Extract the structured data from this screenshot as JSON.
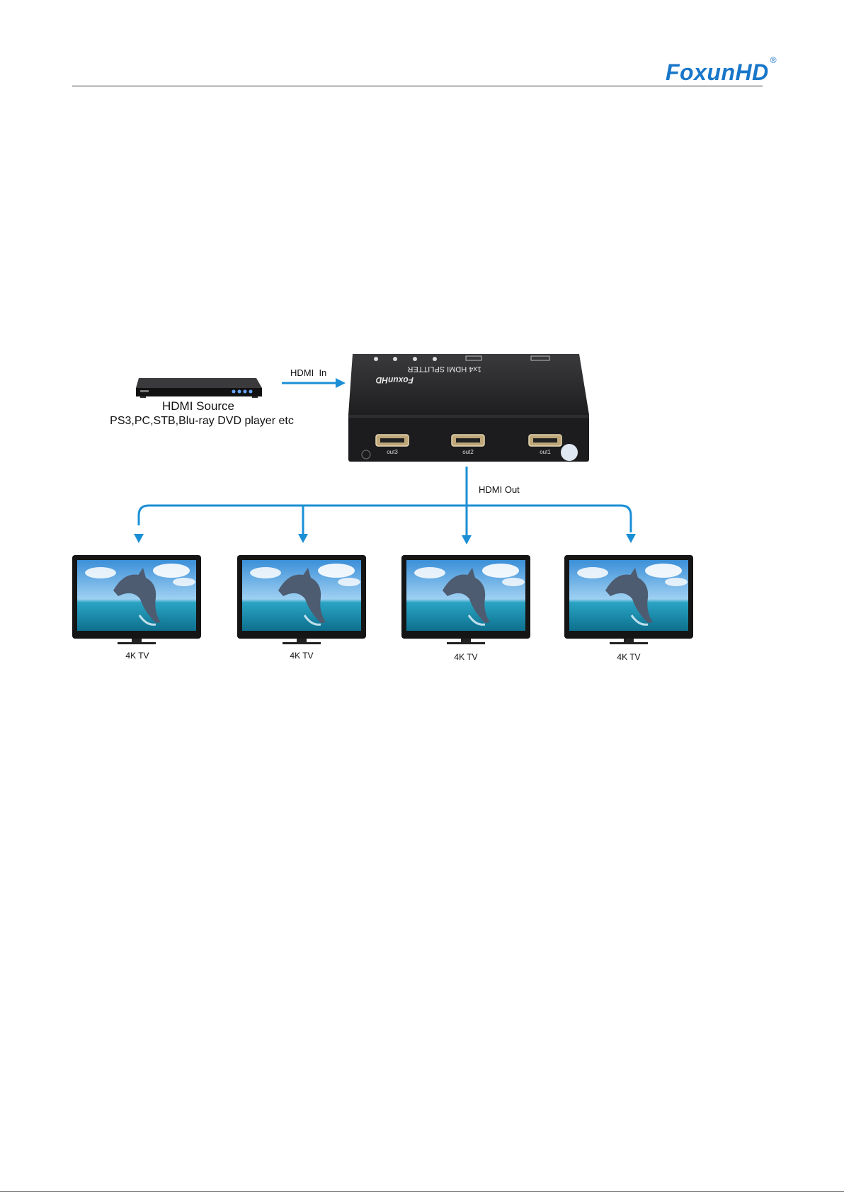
{
  "header": {
    "brand_name": "FoxunHD",
    "brand_mark": "®",
    "brand_color": "#1877c9"
  },
  "diagram": {
    "source": {
      "title": "HDMI Source",
      "subtitle": "PS3,PC,STB,Blu-ray DVD player etc",
      "icon": "dvd-player-icon"
    },
    "input_label": "HDMI  In",
    "output_label": "HDMI Out",
    "splitter": {
      "brand": "FoxunHD",
      "model": "1x4 HDMI SPLITTER",
      "ports": [
        "out3",
        "out2",
        "out1"
      ]
    },
    "displays": [
      {
        "label": "4K TV"
      },
      {
        "label": "4K TV"
      },
      {
        "label": "4K TV"
      },
      {
        "label": "4K TV"
      }
    ],
    "arrow_color": "#1a8fd6"
  }
}
